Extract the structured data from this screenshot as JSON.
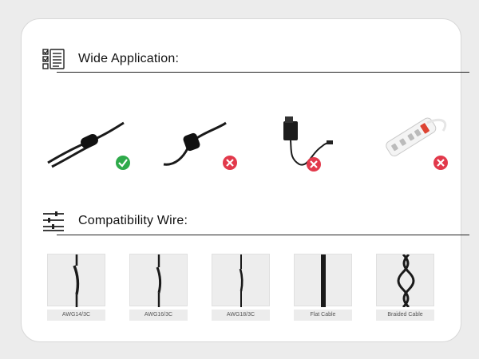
{
  "sections": {
    "application": {
      "title": "Wide Application:",
      "icon": "checklist-icon"
    },
    "compatibility": {
      "title": "Compatibility Wire:",
      "icon": "sliders-icon"
    }
  },
  "applications": [
    {
      "name": "inline-switch-cable",
      "compatible": true,
      "status_icon": "check-icon"
    },
    {
      "name": "molded-plug-cable",
      "compatible": false,
      "status_icon": "cross-icon"
    },
    {
      "name": "wall-adapter",
      "compatible": false,
      "status_icon": "cross-icon"
    },
    {
      "name": "power-strip",
      "compatible": false,
      "status_icon": "cross-icon"
    }
  ],
  "wires": [
    {
      "label": "AWG14/3C"
    },
    {
      "label": "AWG16/3C"
    },
    {
      "label": "AWG18/3C"
    },
    {
      "label": "Flat Cable"
    },
    {
      "label": "Braided Cable"
    }
  ],
  "colors": {
    "check": "#2eaa4a",
    "cross": "#e2394b",
    "cable": "#1a1a1a",
    "panel": "#ededed"
  }
}
